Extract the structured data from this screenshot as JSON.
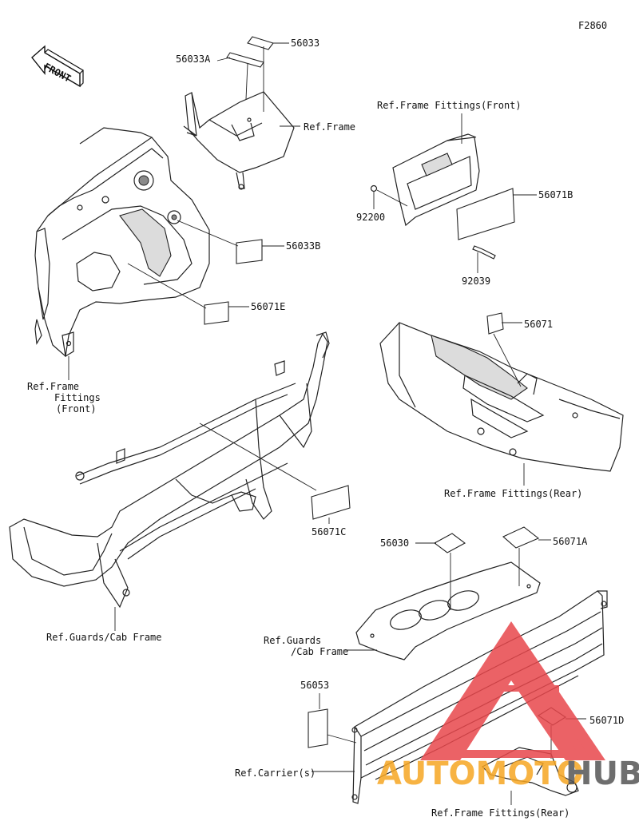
{
  "figure_code": "F2860",
  "front_label": "FRONT",
  "labels": {
    "p56033": "56033",
    "p56033A": "56033A",
    "ref_frame": "Ref.Frame",
    "ref_ff_front_top": "Ref.Frame Fittings(Front)",
    "p92200": "92200",
    "p56071B": "56071B",
    "p92039": "92039",
    "p56033B": "56033B",
    "p56071E": "56071E",
    "ref_ff_front_left_1": "Ref.Frame",
    "ref_ff_front_left_2": "Fittings",
    "ref_ff_front_left_3": "(Front)",
    "p56071": "56071",
    "ref_ff_rear_mid": "Ref.Frame Fittings(Rear)",
    "p56071C": "56071C",
    "p56030": "56030",
    "p56071A": "56071A",
    "ref_guards_left": "Ref.Guards/Cab Frame",
    "ref_guards_mid_1": "Ref.Guards",
    "ref_guards_mid_2": "/Cab Frame",
    "p56053": "56053",
    "p56071D": "56071D",
    "ref_carrier": "Ref.Carrier(s)",
    "ref_ff_rear_bottom": "Ref.Frame Fittings(Rear)"
  },
  "watermark": {
    "word_1": "AUTOMOTO",
    "word_2": "HUB",
    "colors": {
      "red": "#e8474c",
      "orange": "#f6a623",
      "gray": "#555555"
    }
  }
}
